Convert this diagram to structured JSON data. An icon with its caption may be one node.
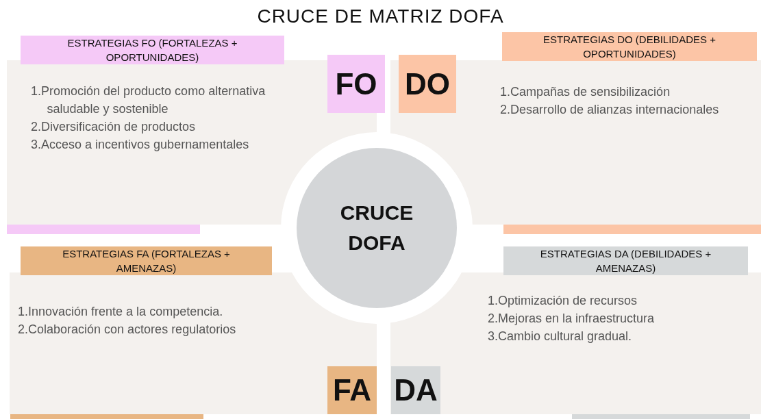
{
  "diagram": {
    "title": "CRUCE DE MATRIZ DOFA",
    "nodes": [
      {
        "text": [
          "ESTRATEGIAS FO (FORTALEZAS + OPORTUNIDADES)",
          "1.Promoción del producto como alternativa saludable y sostenible",
          "2.Diversificación de productos",
          "3.Acceso a incentivos gubernamentales"
        ]
      },
      {
        "text": [
          "FO"
        ]
      },
      {
        "text": [
          "DO"
        ]
      },
      {
        "text": [
          "ESTRATEGIAS DO (DEBILIDADES + OPORTUNIDADES)",
          "1.Campañas de sensibilización",
          "2.Desarrollo de alianzas internacionales"
        ]
      },
      {
        "text": [
          "CRUCE DOFA"
        ]
      },
      {
        "text": [
          "ESTRATEGIAS FA (FORTALEZAS + AMENAZAS)",
          "1.Innovación frente a la competencia.",
          "2.Colaboración con actores regulatorios"
        ]
      },
      {
        "text": [
          "ESTRATEGIAS DA (DEBILIDADES + AMENAZAS)",
          "1.Optimización de recursos",
          "2.Mejoras en la infraestructura",
          "3.Cambio cultural gradual."
        ]
      },
      {
        "text": [
          "FA"
        ],
        "in": 5
      },
      {
        "text": [
          "DA"
        ],
        "in": 6
      }
    ],
    "edges": []
  }
}
